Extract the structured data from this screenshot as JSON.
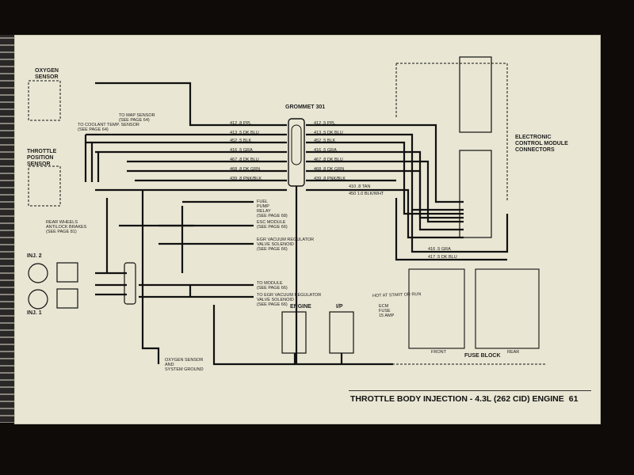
{
  "labels": {
    "oxygen_sensor": "OXYGEN\nSENSOR",
    "throttle_position_sensor": "THROTTLE\nPOSITION\nSENSOR",
    "grommet_301": "GROMMET 301",
    "ecm_connectors": "ELECTRONIC\nCONTROL MODULE\nCONNECTORS",
    "inj_2": "INJ. 2",
    "inj_1": "INJ. 1",
    "engine": "ENGINE",
    "ip": "I/P",
    "fuse_block": "FUSE BLOCK",
    "front": "FRONT",
    "rear": "REAR",
    "to_map_sensor": "TO MAP SENSOR\n(SEE PAGE 64)",
    "to_coolant": "TO COOLANT TEMP. SENSOR\n(SEE PAGE 64)",
    "rear_wheels": "REAR WHEELS\nANTILOCK BRAKES\n(SEE PAGE 81)",
    "fuel_pump_relay": "FUEL\nPUMP\nRELAY\n(SEE PAGE 68)",
    "esc_module": "ESC MODULE\n(SEE PAGE 66)",
    "egr_vac": "EGR VACUUM REGULATOR\nVALVE SOLENOID\n(SEE PAGE 66)",
    "to_module": "TO MODULE\n(SEE PAGE 66)",
    "to_egr": "TO EGR VACUUM REGULATOR\nVALVE SOLENOID\n(SEE PAGE 66)",
    "oxygen_ground": "OXYGEN SENSOR\nAND\nSYSTEM GROUND",
    "hot_start": "HOT AT START OR RUN",
    "ecm_fuse": "ECM\nFUSE\n15 AMP"
  },
  "footer": {
    "title": "THROTTLE BODY INJECTION - 4.3L (262 CID) ENGINE",
    "page": "61"
  },
  "wires_left": [
    "412 .8 PPL",
    "413 .5 DK BLU",
    "452 .5 BLK",
    "416 .5 GRA",
    "467 .8 DK BLU",
    "468 .8 DK GRN",
    "439 .8 PNK/BLK"
  ],
  "wires_right": [
    "412 .5 PPL",
    "413 .5 DK BLU",
    "452 .5 BLK",
    "416 .5 GRA",
    "467 .8 DK BLU",
    "468 .8 DK GRN",
    "439 .8 PNK/BLK",
    "410 .8 TAN",
    "450 1.0 BLK/WHT"
  ],
  "bottom_wires": [
    "416 .5 GRA",
    "417 .5 DK BLU"
  ]
}
